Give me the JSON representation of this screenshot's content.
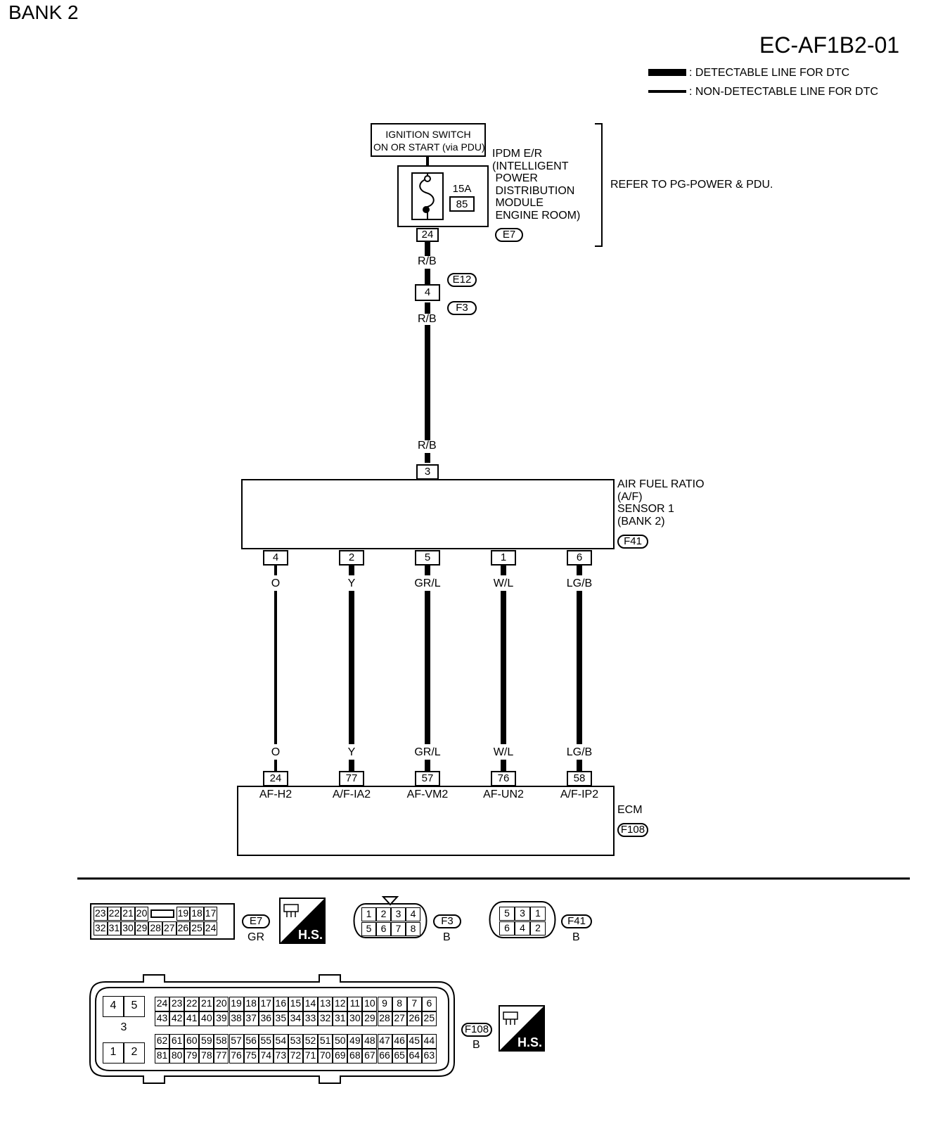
{
  "header": {
    "bank": "BANK 2",
    "diagram_code": "EC-AF1B2-01"
  },
  "legend": {
    "detectable": ": DETECTABLE LINE FOR DTC",
    "non_detectable": ": NON-DETECTABLE LINE FOR DTC"
  },
  "power": {
    "ignition": "IGNITION SWITCH\nON OR START (via PDU)",
    "ipdm": "IPDM E/R\n(INTELLIGENT\n POWER\n DISTRIBUTION\n MODULE\n ENGINE ROOM)",
    "refer": "REFER TO PG-POWER & PDU.",
    "fuse_rating": "15A",
    "fuse_number": "85",
    "ipdm_pin": "24",
    "ipdm_connector": "E7"
  },
  "joint": {
    "pin": "4",
    "connector_top": "E12",
    "connector_bottom": "F3"
  },
  "wires": {
    "rb_1": "R/B",
    "rb_2": "R/B",
    "rb_3": "R/B"
  },
  "sensor": {
    "name": "AIR FUEL RATIO\n(A/F)\nSENSOR 1\n(BANK 2)",
    "connector": "F41",
    "top_pin": "3"
  },
  "signals": [
    {
      "sensor_pin": "4",
      "color": "O",
      "ecm_pin": "24",
      "ecm_terminal": "AF-H2",
      "detectable": false
    },
    {
      "sensor_pin": "2",
      "color": "Y",
      "ecm_pin": "77",
      "ecm_terminal": "A/F-IA2",
      "detectable": true
    },
    {
      "sensor_pin": "5",
      "color": "GR/L",
      "ecm_pin": "57",
      "ecm_terminal": "AF-VM2",
      "detectable": true
    },
    {
      "sensor_pin": "1",
      "color": "W/L",
      "ecm_pin": "76",
      "ecm_terminal": "AF-UN2",
      "detectable": true
    },
    {
      "sensor_pin": "6",
      "color": "LG/B",
      "ecm_pin": "58",
      "ecm_terminal": "A/F-IP2",
      "detectable": true
    }
  ],
  "ecm": {
    "name": "ECM",
    "connector": "F108"
  },
  "connector_views": {
    "e7": {
      "tag": "E7",
      "color": "GR",
      "hs": "H.S.",
      "row1": [
        "23",
        "22",
        "21",
        "20",
        "",
        "19",
        "18",
        "17"
      ],
      "row2": [
        "32",
        "31",
        "30",
        "29",
        "28",
        "27",
        "26",
        "25",
        "24"
      ]
    },
    "f3": {
      "tag": "F3",
      "color": "B",
      "row1": [
        "1",
        "2",
        "3",
        "4"
      ],
      "row2": [
        "5",
        "6",
        "7",
        "8"
      ]
    },
    "f41": {
      "tag": "F41",
      "color": "B",
      "row1": [
        "5",
        "3",
        "1"
      ],
      "row2": [
        "6",
        "4",
        "2"
      ]
    },
    "f108": {
      "tag": "F108",
      "color": "B",
      "hs": "H.S.",
      "left_block": [
        "4",
        "5",
        "3",
        "1",
        "2"
      ],
      "row1": [
        "24",
        "23",
        "22",
        "21",
        "20",
        "19",
        "18",
        "17",
        "16",
        "15",
        "14",
        "13",
        "12",
        "11",
        "10",
        "9",
        "8",
        "7",
        "6"
      ],
      "row2": [
        "43",
        "42",
        "41",
        "40",
        "39",
        "38",
        "37",
        "36",
        "35",
        "34",
        "33",
        "32",
        "31",
        "30",
        "29",
        "28",
        "27",
        "26",
        "25"
      ],
      "row3": [
        "62",
        "61",
        "60",
        "59",
        "58",
        "57",
        "56",
        "55",
        "54",
        "53",
        "52",
        "51",
        "50",
        "49",
        "48",
        "47",
        "46",
        "45",
        "44"
      ],
      "row4": [
        "81",
        "80",
        "79",
        "78",
        "77",
        "76",
        "75",
        "74",
        "73",
        "72",
        "71",
        "70",
        "69",
        "68",
        "67",
        "66",
        "65",
        "64",
        "63"
      ]
    }
  }
}
